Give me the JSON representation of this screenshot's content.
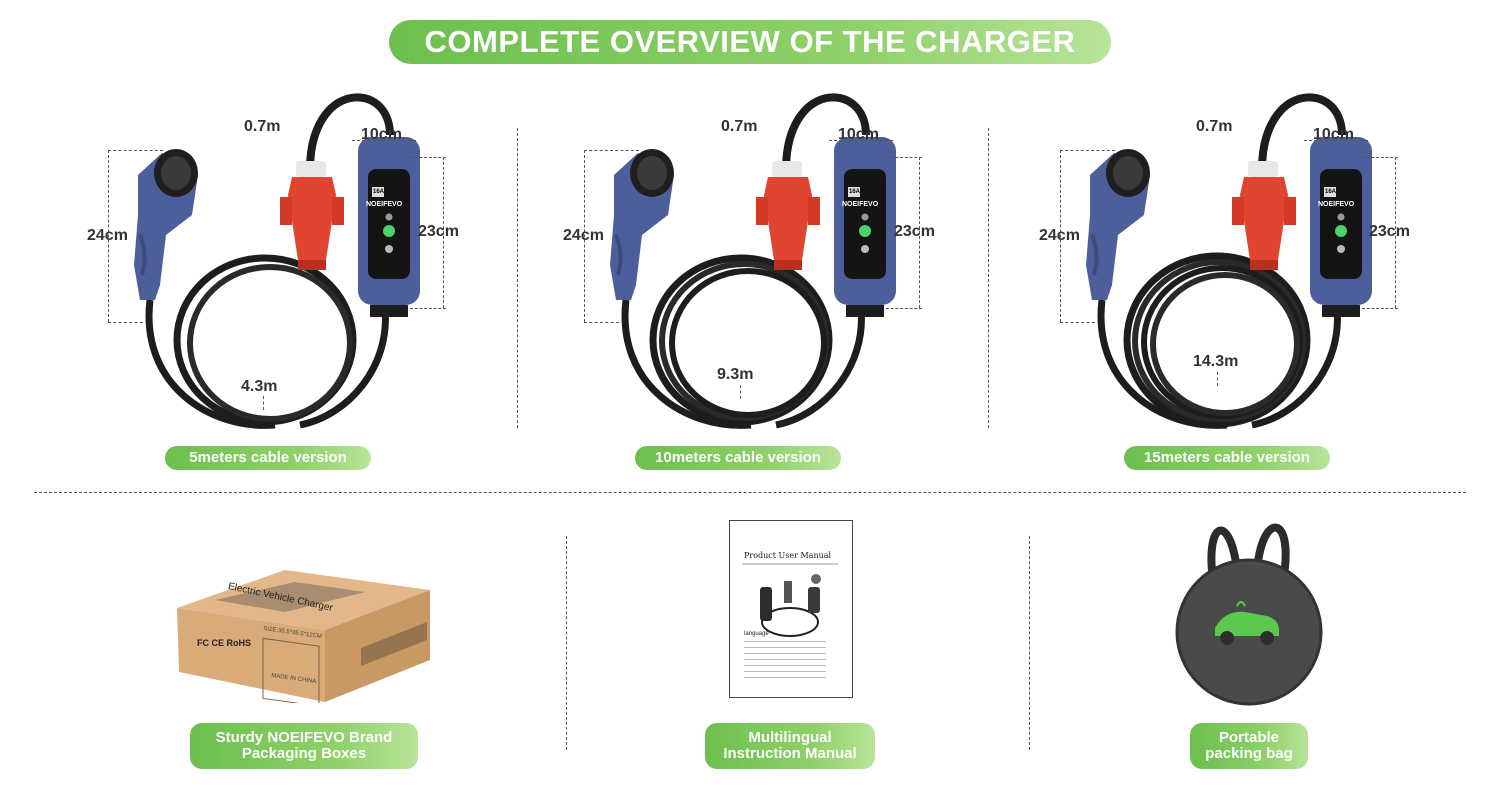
{
  "header": {
    "title": "COMPLETE OVERVIEW OF THE CHARGER"
  },
  "versions": [
    {
      "label": "5meters cable version",
      "cable_length": "4.3m",
      "lead_length": "0.7m",
      "box_width": "10cm",
      "box_height": "23cm",
      "plug_length": "24cm"
    },
    {
      "label": "10meters cable version",
      "cable_length": "9.3m",
      "lead_length": "0.7m",
      "box_width": "10cm",
      "box_height": "23cm",
      "plug_length": "24cm"
    },
    {
      "label": "15meters cable version",
      "cable_length": "14.3m",
      "lead_length": "0.7m",
      "box_width": "10cm",
      "box_height": "23cm",
      "plug_length": "24cm"
    }
  ],
  "charger": {
    "brand": "NOEIFEVO",
    "current": "16A"
  },
  "accessories": [
    {
      "label_line1": "Sturdy NOEIFEVO Brand",
      "label_line2": "Packaging Boxes"
    },
    {
      "label_line1": "Multilingual",
      "label_line2": "Instruction Manual"
    },
    {
      "label_line1": "Portable",
      "label_line2": "packing bag"
    }
  ],
  "box": {
    "title": "Electric Vehicle Charger",
    "size": "SIZE:35.5*35.5*12CM",
    "made_in": "MADE IN CHINA",
    "certs": "FC CE RoHS"
  },
  "manual": {
    "title": "Product User Manual",
    "section": "language"
  },
  "colors": {
    "accent_green": "#6cbf4e",
    "charger_blue": "#4d5f9a",
    "plug_red": "#e0452f"
  }
}
